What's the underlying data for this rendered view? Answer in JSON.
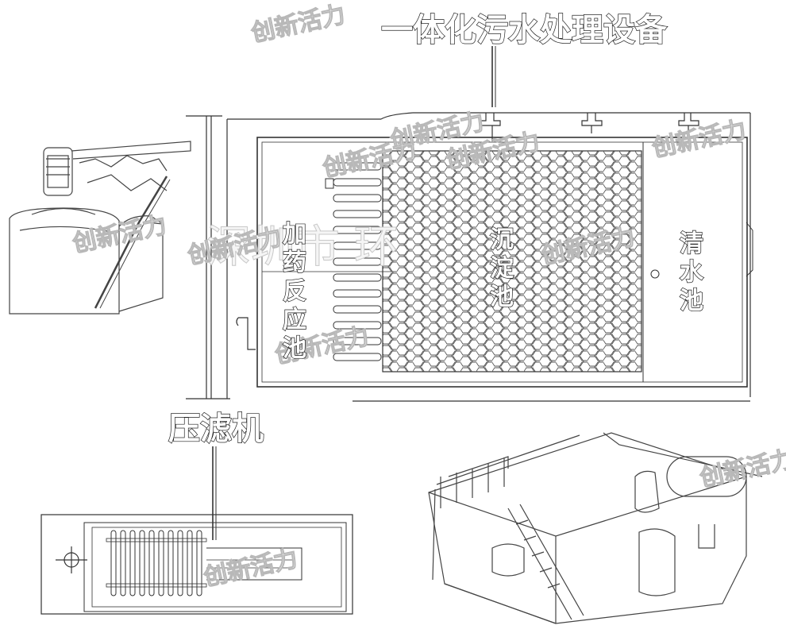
{
  "labels": {
    "integrated_equipment": "一体化污水处理设备",
    "filter_press": "压滤机",
    "dosing_tank": "加药反应池",
    "sedimentation_tank": "沉淀池",
    "clear_water_tank": "清水池"
  },
  "watermark": "创新活力",
  "faint_bg_text": "深圳市 环"
}
